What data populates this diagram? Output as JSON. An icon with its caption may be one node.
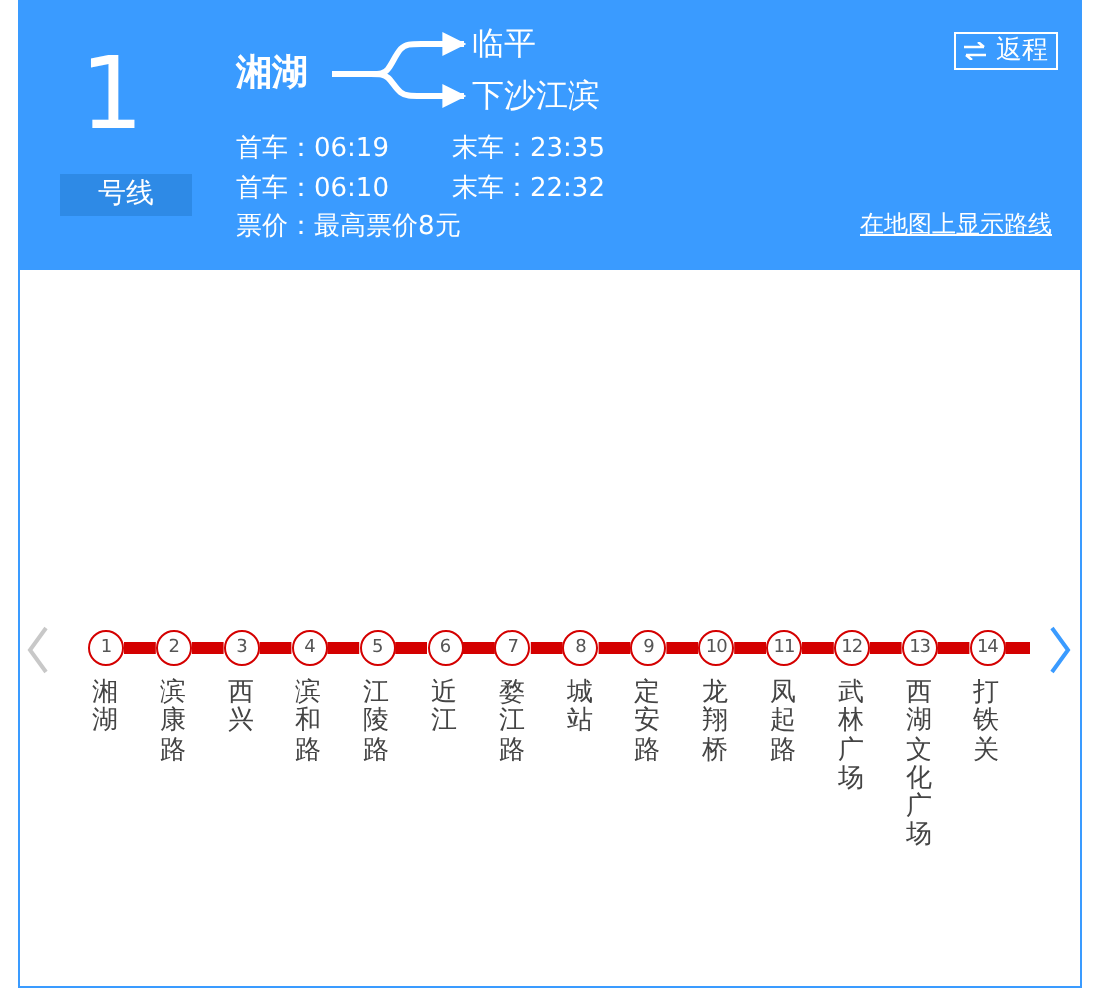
{
  "diagram": {
    "nodes": [
      {
        "text": [
          "湘湖"
        ]
      },
      {
        "text": [
          "临平"
        ]
      },
      {
        "text": [
          "下沙江滨"
        ]
      },
      {
        "text": [
          "1"
        ],
        "beside": [
          "湘湖"
        ]
      },
      {
        "text": [
          "2"
        ],
        "beside": [
          "滨康路"
        ]
      },
      {
        "text": [
          "3"
        ],
        "beside": [
          "西兴"
        ]
      },
      {
        "text": [
          "4"
        ],
        "beside": [
          "滨和路"
        ]
      },
      {
        "text": [
          "5"
        ],
        "beside": [
          "江陵路"
        ]
      },
      {
        "text": [
          "6"
        ],
        "beside": [
          "近江"
        ]
      },
      {
        "text": [
          "7"
        ],
        "beside": [
          "婺江路"
        ]
      },
      {
        "text": [
          "8"
        ],
        "beside": [
          "城站"
        ]
      },
      {
        "text": [
          "9"
        ],
        "beside": [
          "定安路"
        ]
      },
      {
        "text": [
          "10"
        ],
        "beside": [
          "龙翔桥"
        ]
      },
      {
        "text": [
          "11"
        ],
        "beside": [
          "凤起路"
        ]
      },
      {
        "text": [
          "12"
        ],
        "beside": [
          "武林广场"
        ]
      },
      {
        "text": [
          "13"
        ],
        "beside": [
          "西湖文化广场"
        ]
      },
      {
        "text": [
          "14"
        ],
        "beside": [
          "打铁关"
        ]
      }
    ],
    "edges": [
      {
        "from": 0,
        "to": 1,
        "arrow": "to",
        "color": "#ffffff"
      },
      {
        "from": 0,
        "to": 2,
        "arrow": "to",
        "color": "#ffffff"
      },
      {
        "from": 3,
        "to": 4,
        "arrow": "none"
      },
      {
        "from": 4,
        "to": 5,
        "arrow": "none"
      },
      {
        "from": 5,
        "to": 6,
        "arrow": "none"
      },
      {
        "from": 6,
        "to": 7,
        "arrow": "none"
      },
      {
        "from": 7,
        "to": 8,
        "arrow": "none"
      },
      {
        "from": 8,
        "to": 9,
        "arrow": "none"
      },
      {
        "from": 9,
        "to": 10,
        "arrow": "none"
      },
      {
        "from": 10,
        "to": 11,
        "arrow": "none"
      },
      {
        "from": 11,
        "to": 12,
        "arrow": "none"
      },
      {
        "from": 12,
        "to": 13,
        "arrow": "none"
      },
      {
        "from": 13,
        "to": 14,
        "arrow": "none"
      },
      {
        "from": 14,
        "to": 15,
        "arrow": "none"
      },
      {
        "from": 15,
        "to": 16,
        "arrow": "none"
      },
      {
        "from": 16,
        "to": null,
        "arrow": "none"
      }
    ],
    "labels": [
      "1",
      "号线",
      "首车：06:19",
      "末车：23:35",
      "首车：06:10",
      "末车：22:32",
      "票价：最高票价8元",
      "返程",
      "在地图上显示路线"
    ]
  }
}
